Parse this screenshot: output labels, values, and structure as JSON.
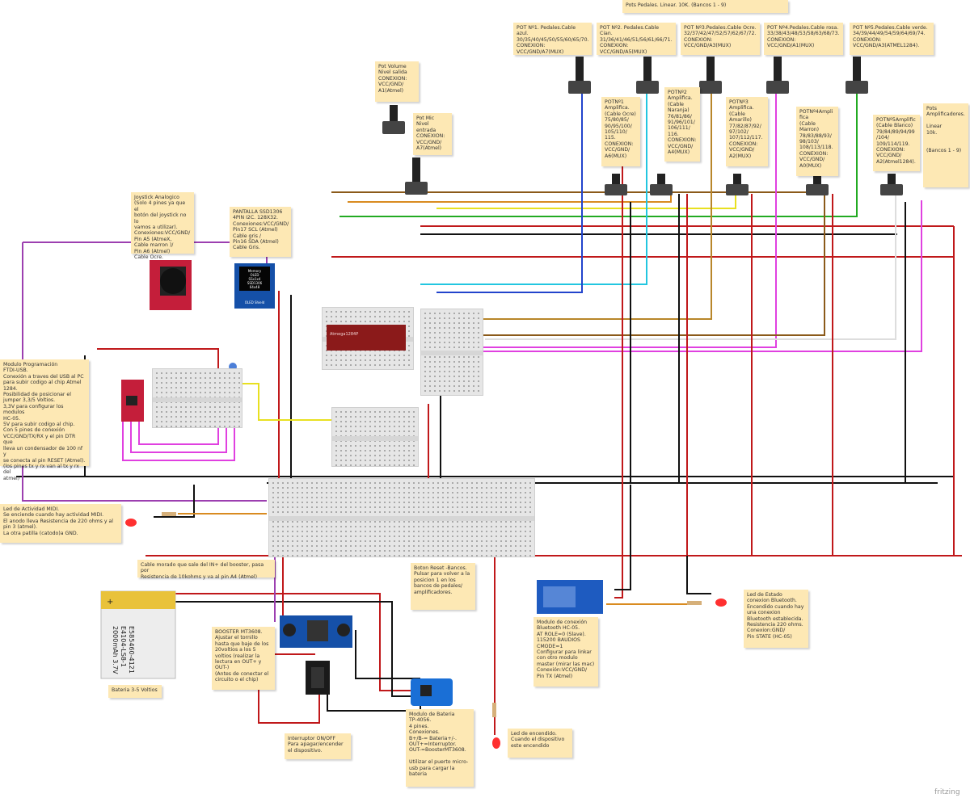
{
  "header": {
    "top_label": "Pots Pedales.                    Linear. 10K.                   (Bancos 1 - 9)"
  },
  "notes": {
    "pot1": "POT Nº1. Pedales.Cable azul.\n30/35/40/45/50/55/60/65/70.\nCONEXION:\nVCC/GND/A7(MUX)",
    "pot2": "POT Nº2. Pedales.Cable Cian.\n31/36/41/46/51/56/61/66/71.\nCONEXION:\nVCC/GND/A5(MUX)",
    "pot3": "POT Nº3.Pedales.Cable Ocre.\n32/37/42/47/52/57/62/67/72.\nCONEXION:\nVCC/GND/A3(MUX)",
    "pot4": "POT Nº4.Pedales.Cable rosa.\n33/38/43/48/53/58/63/68/73.\nCONEXION:\nVCC/GND/A1(MUX)",
    "pot5": "POT Nº5.Pedales.Cable verde.\n34/39/44/49/54/59/64/69/74.\nCONEXION:\nVCC/GND/A3(ATMEL1284).",
    "potvolume": "Pot Volume\nNivel salida\nCONEXION:\nVCC/GND/\nA1(Atmel)",
    "potmic": "Pot Mic\nNivel\nentrada\nCONEXION:\nVCC/GND/\nA7(Atmel)",
    "amp1": "POTNº1\nAmplifica.\n(Cable Ocre)\n75/80/85/\n90/95/100/\n105/110/\n115.\nCONEXION:\nVCC/GND/\nA6(MUX)",
    "amp2": "POTNº2\nAmplifica.\n(Cable\nNaranja)\n76/81/86/\n91/96/101/\n106/111/\n116.\nCONEXION:\nVCC/GND/\nA4(MUX)",
    "amp3": "POTNº3\nAmplifica.\n(Cable\nAmarillo)\n77/82/87/92/\n97/102/\n107/112/117.\nCONEXION:\nVCC/GND/\nA2(MUX)",
    "amp4": "POTNº4Ampli\nfica\n(Cable\nMarron)\n78/83/88/93/\n98/103/\n108/113/118.\nCONEXION:\nVCC/GND/\nA0(MUX)",
    "amp5": "POTNº5Amplific\n(Cable Blanco)\n79/84/89/94/99\n/104/\n109/114/119.\nCONEXION:\nVCC/GND/\nA2(Atmel1284).",
    "potsamp": "Pots\nAmplificadores.\n\nLinear\n10k.\n\n\n(Bancos 1 - 9)",
    "joystick": "Joystick Analogico\n(Solo 4 pines ya que el\nbotón del joystick no lo\nvamos a utilizar).\nConexiones:VCC/GND/\nPin A5 (AtmeX,\nCable marron )/\nPin A6 (Atmel)\nCable Ocre.",
    "pantalla": "PANTALLA SSD1306\n4PIN  I2C. 128X32.\nConexiones:VCC/GND/\nPin17 SCL (Atmel)\nCable gris /\nPin16 SDA (Atmel)\nCable Gris.",
    "ftdi": "Modulo Programación\nFTDI-USB.\nConexión a traves del USB al PC\npara subir codigo al chip Atmel\n1284.\nPosibilidad de posicionar el\njumper 3,3/5 Voltios.\n3,3V para configurar los modulos\nHC-05.\n5V para subir codigo al chip.\nCon 5 pines de conexión\nVCC/GND/TX/RX y el pin DTR que\nlleva un condensador de 100 nf y\nse conecta al pin RESET (Atmel).\n(los pines tx y rx van al tx y rx del\natmel)",
    "ledmidi": "Led de Actividad MIDI.\nSe enciende cuando hay actividad MIDI.\nEl anodo lleva Resistencia de 220 ohms y al\npin 3 (atmel).\nLa otra patilla (catodo)a GND.",
    "cablemorado": "Cable morado que sale del IN+ del booster, pasa por\nResistencia de 10kohms y va al pin A4 (Atmel)",
    "reset": "Boton Reset -Bancos.\nPulsar para volver a la\nposicion 1 en los\nbancos de pedales/\namplificadores.",
    "bluetooth": "Modulo de conexión\nBluetooth HC-05.\nAT ROLE=0 (Slave).\n115200 BAUDIOS\nCMODE=1\nConfigurar para linkar\ncon otro modulo\nmaster (mirar las mac)\nConexión:VCC/GND/\nPin TX (Atmel)",
    "ledestado": "Led de Estado\nconexion Bluetooth.\nEncendido cuando hay\nuna conexion\nBluetooth establecida.\nResistencia 220 ohms.\nConexion:GND/\nPin STATE (HC-05)",
    "booster": "BOOSTER MT3608.\nAjustar el tornillo\nhasta que baje de los\n20voltios a los 5\nvoltios (realizar la\nlectura en OUT+ y\nOUT-)\n(Antes de conectar el\ncircuito o el chip)",
    "bateria": "Bateria 3-5 Voltios",
    "interruptor": "Interruptor ON/OFF\nPara apagar/encender\nel dispositivo.",
    "modbateria": "Modulo de Bateria\nTP-4056.\n4 pines.\nConexiones.\nB+/B-= Bateria+/-.\nOUT+=Interruptor.\nOUT-=BoosterMT3608.\n\nUtilizar el puerto micro-\nusb para cargar la\nbateria",
    "ledencendido": "Led de encendido.\nCuando el dispositivo\neste encendido"
  },
  "components": {
    "battery_line1": "E585460-4121",
    "battery_line2": "E4104-LS8-1",
    "battery_line3": "2000mAh 3.7V",
    "oled_line1": "Memory",
    "oled_line2": "OLED",
    "oled_line3": "SSx1x4",
    "oled_line4": "SSD1306",
    "oled_line5": "64x48",
    "oled_footer": "OLED Shield",
    "chip_label": "Atmega1284P",
    "fritzing": "fritzing"
  },
  "colors": {
    "note_bg": "#fde8b4",
    "breadboard": "#e6e6e6",
    "chip": "#8b1a1a",
    "wire_red": "#c0181a",
    "wire_black": "#111111"
  }
}
